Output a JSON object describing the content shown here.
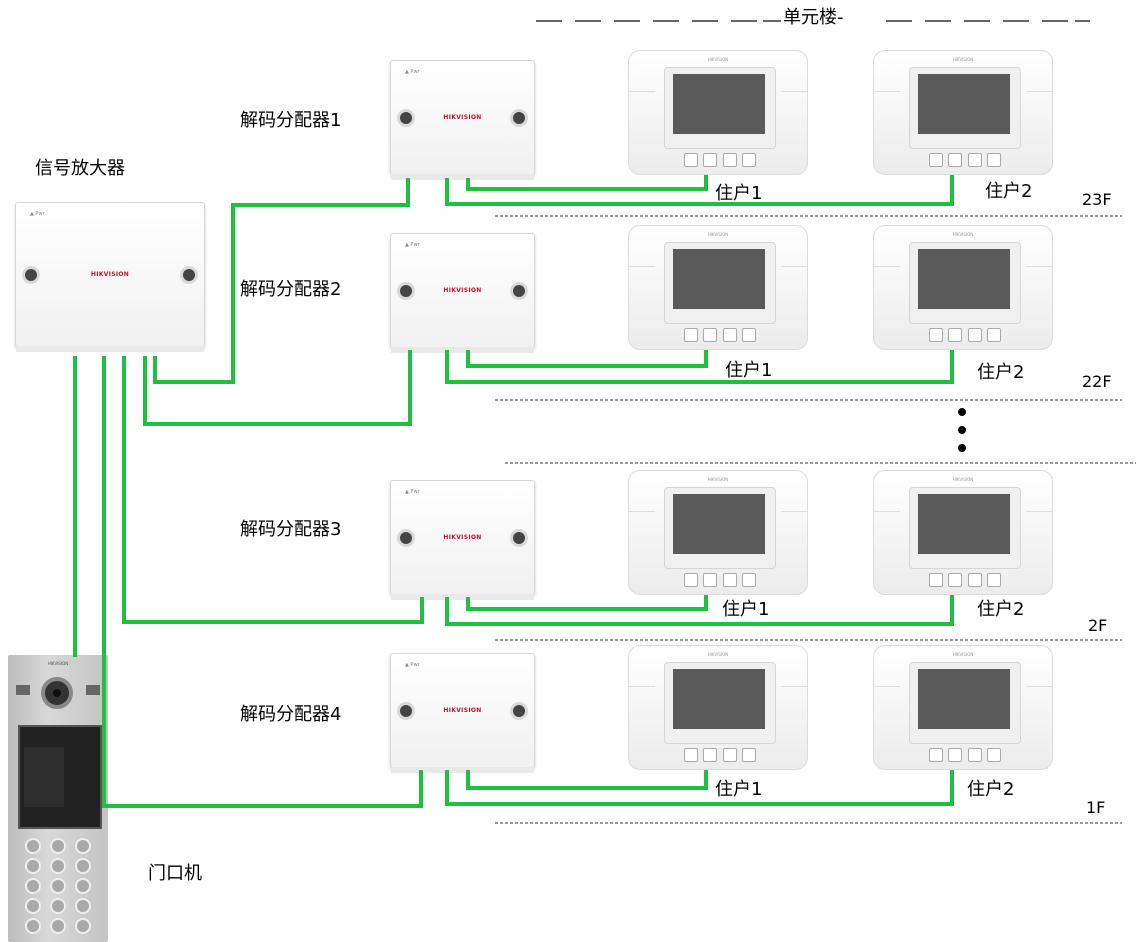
{
  "header": {
    "building_label": "单元楼-"
  },
  "amplifier": {
    "label": "信号放大器",
    "brand": "HIKVISION"
  },
  "door_station": {
    "label": "门口机",
    "brand": "HIKVISION"
  },
  "decoders": [
    {
      "label": "解码分配器1",
      "brand": "HIKVISION"
    },
    {
      "label": "解码分配器2",
      "brand": "HIKVISION"
    },
    {
      "label": "解码分配器3",
      "brand": "HIKVISION"
    },
    {
      "label": "解码分配器4",
      "brand": "HIKVISION"
    }
  ],
  "floors": [
    {
      "floor": "23F",
      "resident1": "住户1",
      "resident2": "住户2"
    },
    {
      "floor": "22F",
      "resident1": "住户1",
      "resident2": "住户2"
    },
    {
      "floor": "2F",
      "resident1": "住户1",
      "resident2": "住户2"
    },
    {
      "floor": "1F",
      "resident1": "住户1",
      "resident2": "住户2"
    }
  ],
  "monitor_brand": "HIKVISION",
  "colors": {
    "wire": "#1fbf3f",
    "dash": "#333333",
    "screen": "#5a5a5a"
  },
  "ellipsis_icon": "vertical-ellipsis"
}
